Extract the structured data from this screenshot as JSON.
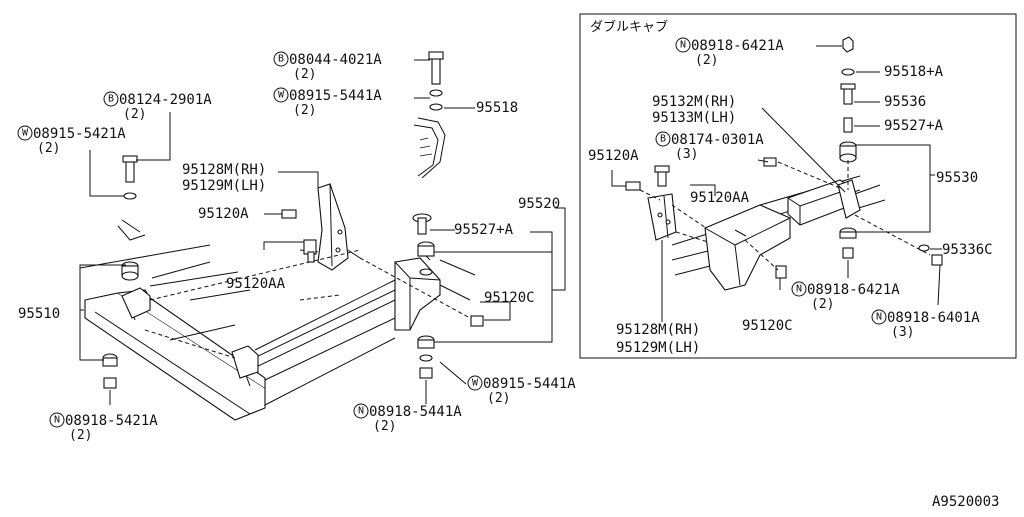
{
  "diagram": {
    "code": "A9520003",
    "inset_title": "ダブルキャブ",
    "labels": {
      "l_95510": {
        "text": "95510"
      },
      "l_b08124": {
        "sym": "B",
        "text": "08124-2901A",
        "qty": "(2)"
      },
      "l_w08915a": {
        "sym": "W",
        "text": "08915-5421A",
        "qty": "(2)"
      },
      "l_n08918a": {
        "sym": "N",
        "text": "08918-5421A",
        "qty": "(2)"
      },
      "l_b08044": {
        "sym": "B",
        "text": "08044-4021A",
        "qty": "(2)"
      },
      "l_w08915b": {
        "sym": "W",
        "text": "08915-5441A",
        "qty": "(2)"
      },
      "l_95518": {
        "text": "95518"
      },
      "l_95128_main": {
        "text": "95128M(RH)"
      },
      "l_95129_main": {
        "text": "95129M(LH)"
      },
      "l_95120a_main": {
        "text": "95120A"
      },
      "l_95120aa_main": {
        "text": "95120AA"
      },
      "l_95527a_main": {
        "text": "95527+A"
      },
      "l_95520": {
        "text": "95520"
      },
      "l_95120c_main": {
        "text": "95120C"
      },
      "l_w08915c": {
        "sym": "W",
        "text": "08915-5441A",
        "qty": "(2)"
      },
      "l_n08918b": {
        "sym": "N",
        "text": "08918-5441A",
        "qty": "(2)"
      },
      "l_n08918c": {
        "sym": "N",
        "text": "08918-6421A",
        "qty": "(2)"
      },
      "l_95518a": {
        "text": "95518+A"
      },
      "l_95536": {
        "text": "95536"
      },
      "l_95527a_inset": {
        "text": "95527+A"
      },
      "l_95132": {
        "text": "95132M(RH)"
      },
      "l_95133": {
        "text": "95133M(LH)"
      },
      "l_b08174": {
        "sym": "B",
        "text": "08174-0301A",
        "qty": "(3)"
      },
      "l_95120a_inset": {
        "text": "95120A"
      },
      "l_95120aa_inset": {
        "text": "95120AA"
      },
      "l_95530": {
        "text": "95530"
      },
      "l_95336c": {
        "text": "95336C"
      },
      "l_n08918d": {
        "sym": "N",
        "text": "08918-6421A",
        "qty": "(2)"
      },
      "l_n08918e": {
        "sym": "N",
        "text": "08918-6401A",
        "qty": "(3)"
      },
      "l_95120c_inset": {
        "text": "95120C"
      },
      "l_95128_inset": {
        "text": "95128M(RH)"
      },
      "l_95129_inset": {
        "text": "95129M(LH)"
      }
    }
  }
}
